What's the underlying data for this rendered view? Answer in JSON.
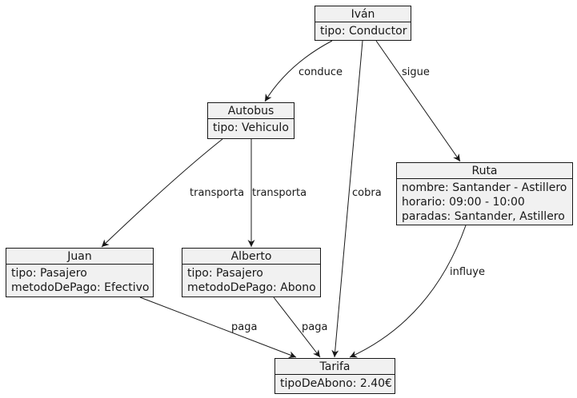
{
  "diagram": {
    "nodes": {
      "ivan": {
        "title": "Iván",
        "attrs": [
          "tipo: Conductor"
        ]
      },
      "autobus": {
        "title": "Autobus",
        "attrs": [
          "tipo: Vehiculo"
        ]
      },
      "ruta": {
        "title": "Ruta",
        "attrs": [
          "nombre: Santander - Astillero",
          "horario: 09:00 - 10:00",
          "paradas: Santander, Astillero"
        ]
      },
      "juan": {
        "title": "Juan",
        "attrs": [
          "tipo: Pasajero",
          "metodoDePago: Efectivo"
        ]
      },
      "alberto": {
        "title": "Alberto",
        "attrs": [
          "tipo: Pasajero",
          "metodoDePago: Abono"
        ]
      },
      "tarifa": {
        "title": "Tarifa",
        "attrs": [
          "tipoDeAbono: 2.40€"
        ]
      }
    },
    "edges": [
      {
        "from": "Iván",
        "to": "Autobus",
        "label": "conduce"
      },
      {
        "from": "Iván",
        "to": "Tarifa",
        "label": "cobra"
      },
      {
        "from": "Iván",
        "to": "Ruta",
        "label": "sigue"
      },
      {
        "from": "Autobus",
        "to": "Juan",
        "label": "transporta"
      },
      {
        "from": "Autobus",
        "to": "Alberto",
        "label": "transporta"
      },
      {
        "from": "Juan",
        "to": "Tarifa",
        "label": "paga"
      },
      {
        "from": "Alberto",
        "to": "Tarifa",
        "label": "paga"
      },
      {
        "from": "Ruta",
        "to": "Tarifa",
        "label": "influye"
      }
    ],
    "colors": {
      "node_fill": "#f1f1f1",
      "stroke": "#181818",
      "background": "#ffffff"
    }
  }
}
